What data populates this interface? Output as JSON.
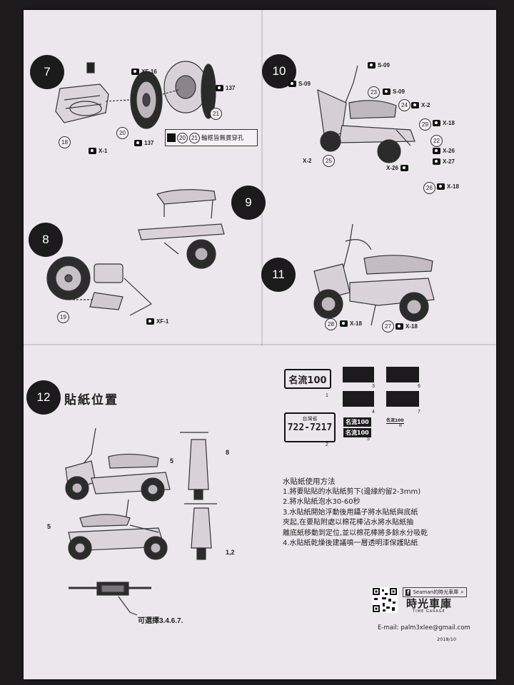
{
  "page1": {
    "step7": {
      "number": "7",
      "tags": [
        "XF-16",
        "137",
        "137",
        "X-1"
      ],
      "parts": [
        "18",
        "20",
        "21",
        "20",
        "21"
      ],
      "note": "輪框皆無貫穿孔"
    },
    "step8": {
      "number": "8",
      "parts": [
        "19"
      ],
      "tags": [
        "XF-1"
      ]
    },
    "step9": {
      "number": "9"
    },
    "step10": {
      "number": "10",
      "tags": [
        "S-09",
        "S-09",
        "S-09",
        "X-2",
        "X-18",
        "X-26",
        "X-27",
        "X-2",
        "X-26",
        "X-18"
      ],
      "parts": [
        "23",
        "24",
        "29",
        "22",
        "25",
        "26"
      ]
    },
    "step11": {
      "number": "11",
      "parts": [
        "28",
        "27"
      ],
      "tags": [
        "X-18",
        "X-18"
      ]
    }
  },
  "page2": {
    "step12": {
      "number": "12",
      "title": "貼紙位置"
    },
    "callouts": [
      "5",
      "8",
      "5",
      "1,2",
      "可選擇3.4.6.7."
    ],
    "decals": {
      "brand": "名流100",
      "brand_small": "名流100",
      "plate_region": "台灣省",
      "plate_number": "722-7217",
      "numbers": [
        "1",
        "2",
        "3",
        "4",
        "5",
        "6",
        "7",
        "8"
      ]
    },
    "instructions": {
      "heading": "水貼紙使用方法",
      "lines": [
        "1.將要貼貼的水貼紙剪下(邊緣約留2-3mm)",
        "2.將水貼紙泡水30-60秒",
        "3.水貼紙開始浮動後用鑷子將水貼紙與底紙",
        "  夾起,在要貼附處以棉花棒沾水將水貼紙抽",
        "  離底紙移動到定位,並以棉花棒將多餘水分吸乾",
        "4.水貼紙乾燥後建議噴一層透明漆保護貼紙"
      ]
    },
    "footer": {
      "facebook": "Seaman的時光車庫",
      "logo": "時光車庫",
      "logo_sub": "TIME GARAGE",
      "email": "E-mail: palm3xlee@gmail.com",
      "date": "2018/10"
    }
  }
}
